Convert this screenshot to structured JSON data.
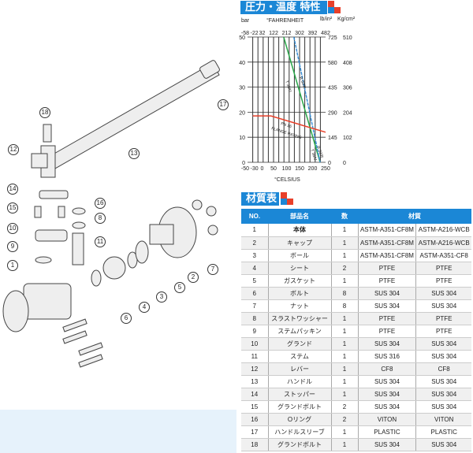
{
  "chart_header": "圧力・温度 特性",
  "table_header": "材質表",
  "colors": {
    "accent": "#1b87d6",
    "red": "#e8402a",
    "green": "#2aa84a",
    "blue": "#3a8fd6"
  },
  "chart_data": {
    "type": "line",
    "title": "圧力・温度 特性",
    "xlabel": "°CELSIUS",
    "x2label": "°FAHRENHEIT",
    "ylabel": "bar",
    "y2label": "lb/in²",
    "y3label": "Kg/cm²",
    "xlim": [
      -50,
      250
    ],
    "ylim": [
      0,
      50
    ],
    "xticks": [
      "-50",
      "-30",
      "0",
      "50",
      "100",
      "150",
      "200",
      "250"
    ],
    "x2ticks": [
      "-58",
      "-22",
      "32",
      "122",
      "212",
      "302",
      "392",
      "482"
    ],
    "yticks": [
      "0",
      "10",
      "20",
      "30",
      "40",
      "50"
    ],
    "y2ticks": [
      "0",
      "145",
      "290",
      "435",
      "580",
      "725"
    ],
    "y3ticks": [
      "0",
      "102",
      "204",
      "306",
      "408",
      "510"
    ],
    "series": [
      {
        "name": "T 38/U",
        "color": "#2aa84a",
        "x": [
          89,
          229
        ],
        "y": [
          50,
          0
        ]
      },
      {
        "name": "R 50/R",
        "color": "#3a8fd6",
        "x": [
          128,
          229
        ],
        "y": [
          50,
          0
        ]
      },
      {
        "name": "PN 16 FLANGE RATING",
        "color": "#e8402a",
        "x": [
          -30,
          40,
          250
        ],
        "y": [
          18.5,
          18.5,
          12
        ]
      }
    ],
    "annotations": [
      "PN 16",
      "FLANGE RATING",
      "T 38/U",
      "R 50/R",
      "T 38/U",
      "R 50/R"
    ]
  },
  "diagram": {
    "callouts": [
      "18",
      "12",
      "13",
      "17",
      "14",
      "15",
      "16",
      "8",
      "10",
      "11",
      "9",
      "1",
      "2",
      "7",
      "3",
      "4",
      "5",
      "6"
    ]
  },
  "table": {
    "headers": [
      "NO.",
      "部品名",
      "数",
      "材質"
    ],
    "rows": [
      [
        "1",
        "本体",
        "1",
        "ASTM-A351-CF8M",
        "ASTM-A216-WCB"
      ],
      [
        "2",
        "キャップ",
        "1",
        "ASTM-A351-CF8M",
        "ASTM-A216-WCB"
      ],
      [
        "3",
        "ボール",
        "1",
        "ASTM-A351-CF8M",
        "ASTM-A351-CF8"
      ],
      [
        "4",
        "シート",
        "2",
        "PTFE",
        "PTFE"
      ],
      [
        "5",
        "ガスケット",
        "1",
        "PTFE",
        "PTFE"
      ],
      [
        "6",
        "ボルト",
        "8",
        "SUS 304",
        "SUS 304"
      ],
      [
        "7",
        "ナット",
        "8",
        "SUS 304",
        "SUS 304"
      ],
      [
        "8",
        "スラストワッシャー",
        "1",
        "PTFE",
        "PTFE"
      ],
      [
        "9",
        "ステムパッキン",
        "1",
        "PTFE",
        "PTFE"
      ],
      [
        "10",
        "グランド",
        "1",
        "SUS 304",
        "SUS 304"
      ],
      [
        "11",
        "ステム",
        "1",
        "SUS 316",
        "SUS 304"
      ],
      [
        "12",
        "レバー",
        "1",
        "CF8",
        "CF8"
      ],
      [
        "13",
        "ハンドル",
        "1",
        "SUS 304",
        "SUS 304"
      ],
      [
        "14",
        "ストッパー",
        "1",
        "SUS 304",
        "SUS 304"
      ],
      [
        "15",
        "グランドボルト",
        "2",
        "SUS 304",
        "SUS 304"
      ],
      [
        "16",
        "Oリング",
        "2",
        "VITON",
        "VITON"
      ],
      [
        "17",
        "ハンドルスリーブ",
        "1",
        "PLASTIC",
        "PLASTIC"
      ],
      [
        "18",
        "グランドボルト",
        "1",
        "SUS 304",
        "SUS 304"
      ]
    ]
  }
}
